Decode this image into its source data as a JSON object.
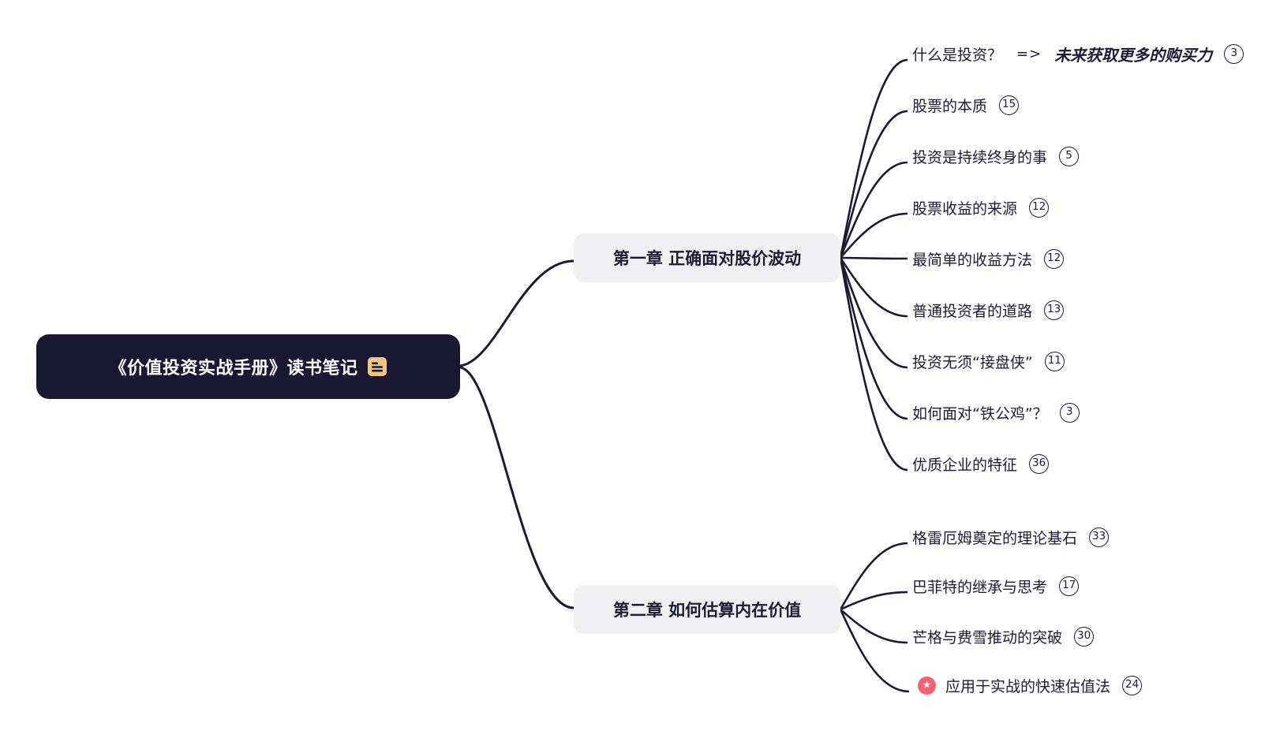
{
  "root": {
    "label": "《价值投资实战手册》读书笔记",
    "icon": "note-icon"
  },
  "branches": [
    {
      "label": "第一章 正确面对股价波动",
      "children": [
        {
          "text": "什么是投资？",
          "arrow": "=>",
          "emphasis": "未来获取更多的购买力",
          "count": "3"
        },
        {
          "text": "股票的本质",
          "count": "15"
        },
        {
          "text": "投资是持续终身的事",
          "count": "5"
        },
        {
          "text": "股票收益的来源",
          "count": "12"
        },
        {
          "text": "最简单的收益方法",
          "count": "12"
        },
        {
          "text": "普通投资者的道路",
          "count": "13"
        },
        {
          "text": "投资无须“接盘侠”",
          "count": "11"
        },
        {
          "text": "如何面对“铁公鸡”？",
          "count": "3"
        },
        {
          "text": "优质企业的特征",
          "count": "36"
        }
      ]
    },
    {
      "label": "第二章 如何估算内在价值",
      "children": [
        {
          "text": "格雷厄姆奠定的理论基石",
          "count": "33"
        },
        {
          "text": "巴菲特的继承与思考",
          "count": "17"
        },
        {
          "text": "芒格与费雪推动的突破",
          "count": "30"
        },
        {
          "text": "应用于实战的快速估值法",
          "count": "24",
          "icon": "star-marker"
        }
      ]
    }
  ],
  "icons": {
    "star_glyph": "★"
  },
  "colors": {
    "root_bg": "#191731",
    "root_text": "#ffffff",
    "chapter_bg": "#f0f0f2",
    "ink": "#1d1b33",
    "star": "#f7606e",
    "note": "#ecc682"
  }
}
